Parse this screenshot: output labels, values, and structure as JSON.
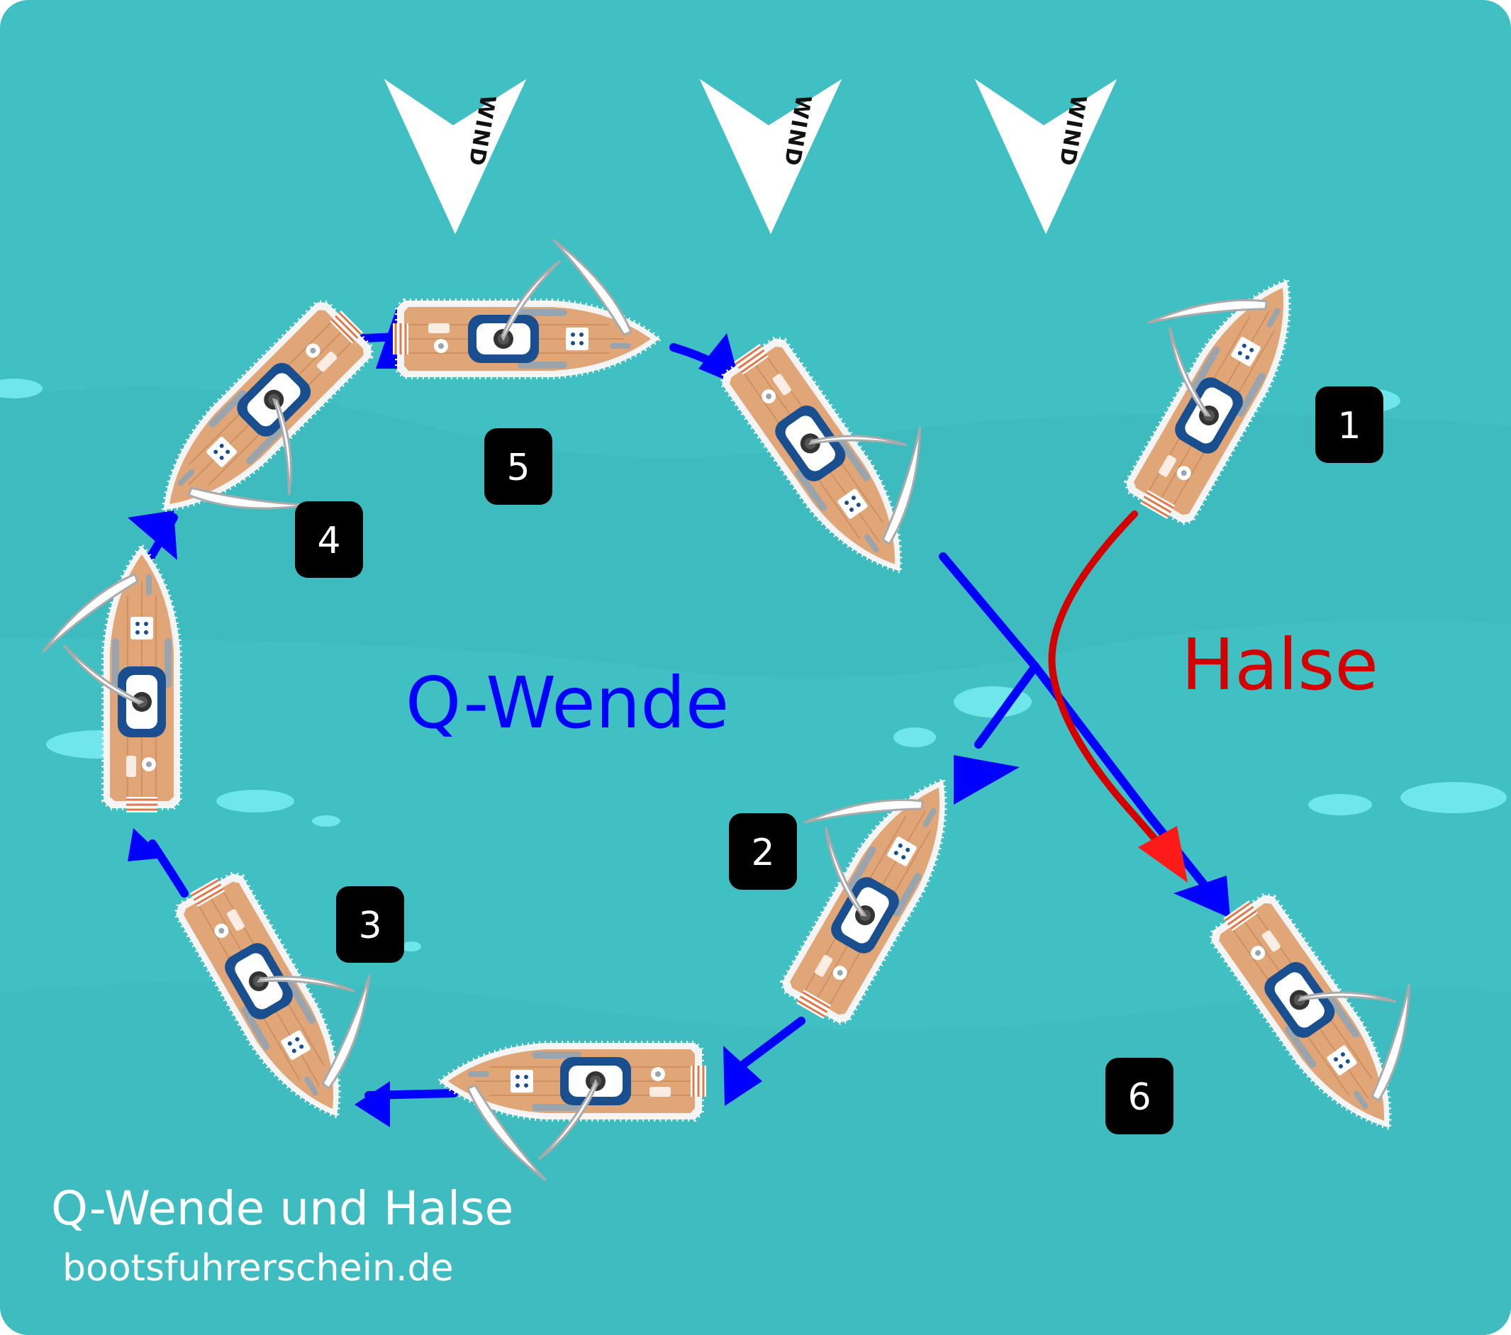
{
  "colors": {
    "water": "#40c0c2",
    "water_wave": "#3bb5b8",
    "foam": "#6fe6ec",
    "wende": "#0000ff",
    "halse": "#d40000",
    "wind_fill": "#ffffff",
    "badge": "#000000",
    "deck": "#e0a677",
    "cabin": "#1a4f8f"
  },
  "wind": {
    "label": "WIND"
  },
  "labels": {
    "wende": "Q-Wende",
    "halse": "Halse"
  },
  "footer": {
    "title": "Q-Wende und Halse",
    "url": "bootsfuhrerschein.de"
  },
  "steps": [
    {
      "id": "1",
      "label": "1"
    },
    {
      "id": "2",
      "label": "2"
    },
    {
      "id": "3",
      "label": "3"
    },
    {
      "id": "4",
      "label": "4"
    },
    {
      "id": "5",
      "label": "5"
    },
    {
      "id": "6",
      "label": "6"
    }
  ],
  "icons": {
    "boat": "sailboat-icon",
    "wind": "wind-arrow-icon"
  }
}
